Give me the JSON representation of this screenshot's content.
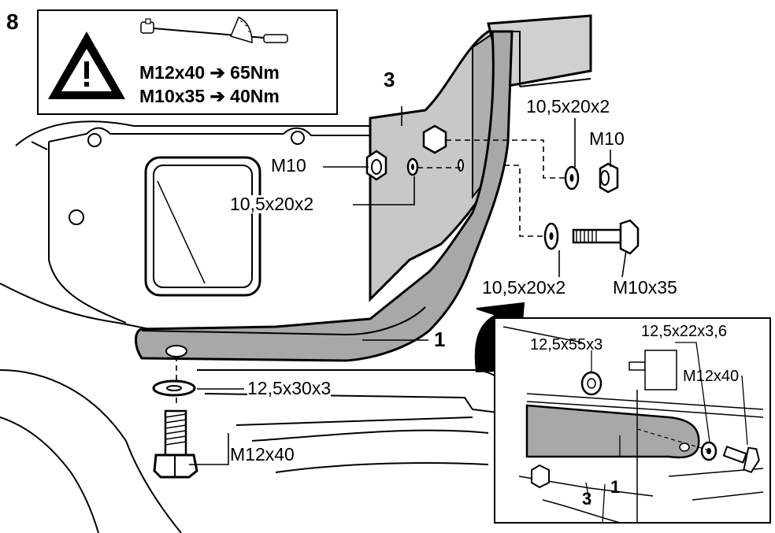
{
  "step_number": "8",
  "warning": {
    "icon": "warning-triangle-icon",
    "tool_icon": "torque-wrench-icon",
    "torque_lines": [
      "M12x40 ➔ 65Nm",
      "M10x35 ➔ 40Nm"
    ]
  },
  "callouts": {
    "part_3": "3",
    "part_1": "1",
    "nut_m10_left": "M10",
    "washer_left": "10,5x20x2",
    "washer_right_top": "10,5x20x2",
    "nut_m10_right": "M10",
    "washer_right_bottom": "10,5x20x2",
    "bolt_m10x35": "M10x35",
    "washer_bottom": "12,5x30x3",
    "bolt_m12x40": "M12x40"
  },
  "inset": {
    "spacer": "12,5x55x3",
    "washer": "12,5x22x3,6",
    "bolt": "M12x40",
    "part_1": "1",
    "part_3": "3"
  },
  "colors": {
    "ink": "#000000",
    "part_fill": "#b4b4b4",
    "part_dark": "#8c8c8c",
    "paper": "#ffffff"
  }
}
